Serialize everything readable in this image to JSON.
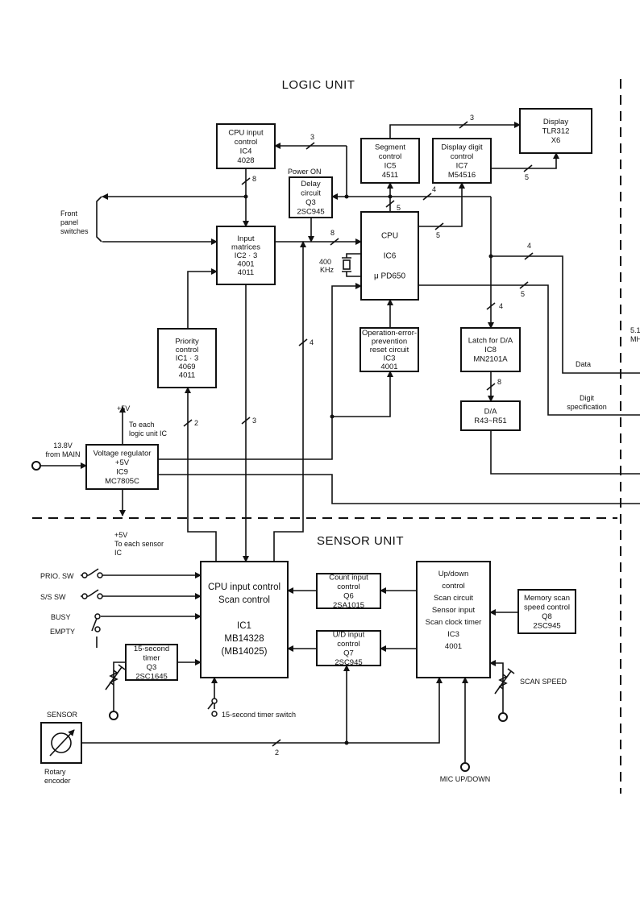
{
  "logic_unit": {
    "title": "LOGIC UNIT",
    "blocks": {
      "cpu_input_control": [
        "CPU input",
        "control",
        "IC4",
        "4028"
      ],
      "delay_circuit": [
        "Delay",
        "circuit",
        "Q3",
        "2SC945"
      ],
      "segment_control": [
        "Segment",
        "control",
        "IC5",
        "4511"
      ],
      "display_digit_control": [
        "Display digit",
        "control",
        "IC7",
        "M54516"
      ],
      "display": [
        "Display",
        "TLR312",
        "X6"
      ],
      "input_matrices": [
        "Input",
        "matrices",
        "IC2 · 3",
        "4001",
        "4011"
      ],
      "cpu": [
        "CPU",
        "IC6",
        "μ PD650"
      ],
      "priority_control": [
        "Priority",
        "control",
        "IC1 · 3",
        "4069",
        "4011"
      ],
      "operation_error_prevention": [
        "Operation-error-",
        "prevention",
        "reset circuit",
        "IC3",
        "4001"
      ],
      "latch_da": [
        "Latch for D/A",
        "IC8",
        "MN2101A"
      ],
      "da": [
        "D/A",
        "R43~R51"
      ],
      "voltage_regulator": [
        "Voltage regulator",
        "+5V",
        "IC9",
        "MC7805C"
      ]
    },
    "labels": {
      "power_on": "Power ON",
      "front_panel_switches": [
        "Front",
        "panel",
        "switches"
      ],
      "crystal": [
        "400",
        "KHz"
      ],
      "plus5v_logic": "+5V",
      "to_each_logic": [
        "To each",
        "logic unit IC"
      ],
      "input_13_8v": [
        "13.8V",
        "from MAIN"
      ],
      "plus5v_sensor": "+5V",
      "to_each_sensor": [
        "To  each  sensor",
        "IC"
      ],
      "data": "Data",
      "digit_specification": [
        "Digit",
        "specification"
      ],
      "cut_off_right": [
        "5.1",
        "MH"
      ]
    },
    "bus_widths": [
      "3",
      "8",
      "3",
      "5",
      "4",
      "5",
      "5",
      "8",
      "4",
      "5",
      "4",
      "8",
      "4",
      "2",
      "3"
    ]
  },
  "sensor_unit": {
    "title": "SENSOR  UNIT",
    "blocks": {
      "cpu_input_scan_control": [
        "CPU input control",
        "Scan control",
        "",
        "IC1",
        "MB14328",
        "(MB14025)"
      ],
      "count_input_control": [
        "Count input",
        "control",
        "Q6",
        "2SA1015"
      ],
      "ud_input_control": [
        "U/D input",
        "control",
        "Q7",
        "2SC945"
      ],
      "updown_control": [
        "Up/down",
        "control",
        "Scan circuit",
        "Sensor input",
        "Scan clock timer",
        "IC3",
        "4001"
      ],
      "memory_scan_speed_control": [
        "Memory scan",
        "speed control",
        "Q8",
        "2SC945"
      ],
      "fifteen_second_timer": [
        "15-second",
        "timer",
        "Q3",
        "2SC1645"
      ]
    },
    "labels": {
      "prio_sw": "PRIO. SW",
      "ss_sw": "S/S  SW",
      "busy": "BUSY",
      "empty": "EMPTY",
      "timer_switch": "15-second timer switch",
      "sensor": "SENSOR",
      "rotary_encoder": [
        "Rotary",
        "encoder"
      ],
      "scan_speed": "SCAN SPEED",
      "mic_updown": "MIC UP/DOWN"
    },
    "bus_widths": [
      "2"
    ]
  }
}
